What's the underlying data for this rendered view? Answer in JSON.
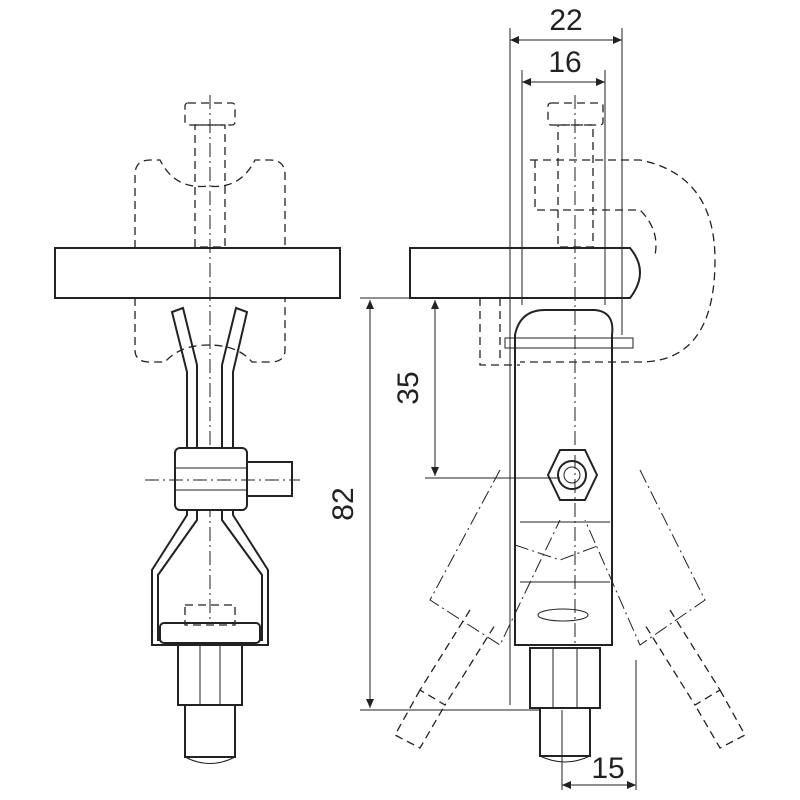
{
  "dimensions": {
    "width_22": "22",
    "width_16": "16",
    "height_35": "35",
    "height_82": "82",
    "offset_15": "15"
  }
}
